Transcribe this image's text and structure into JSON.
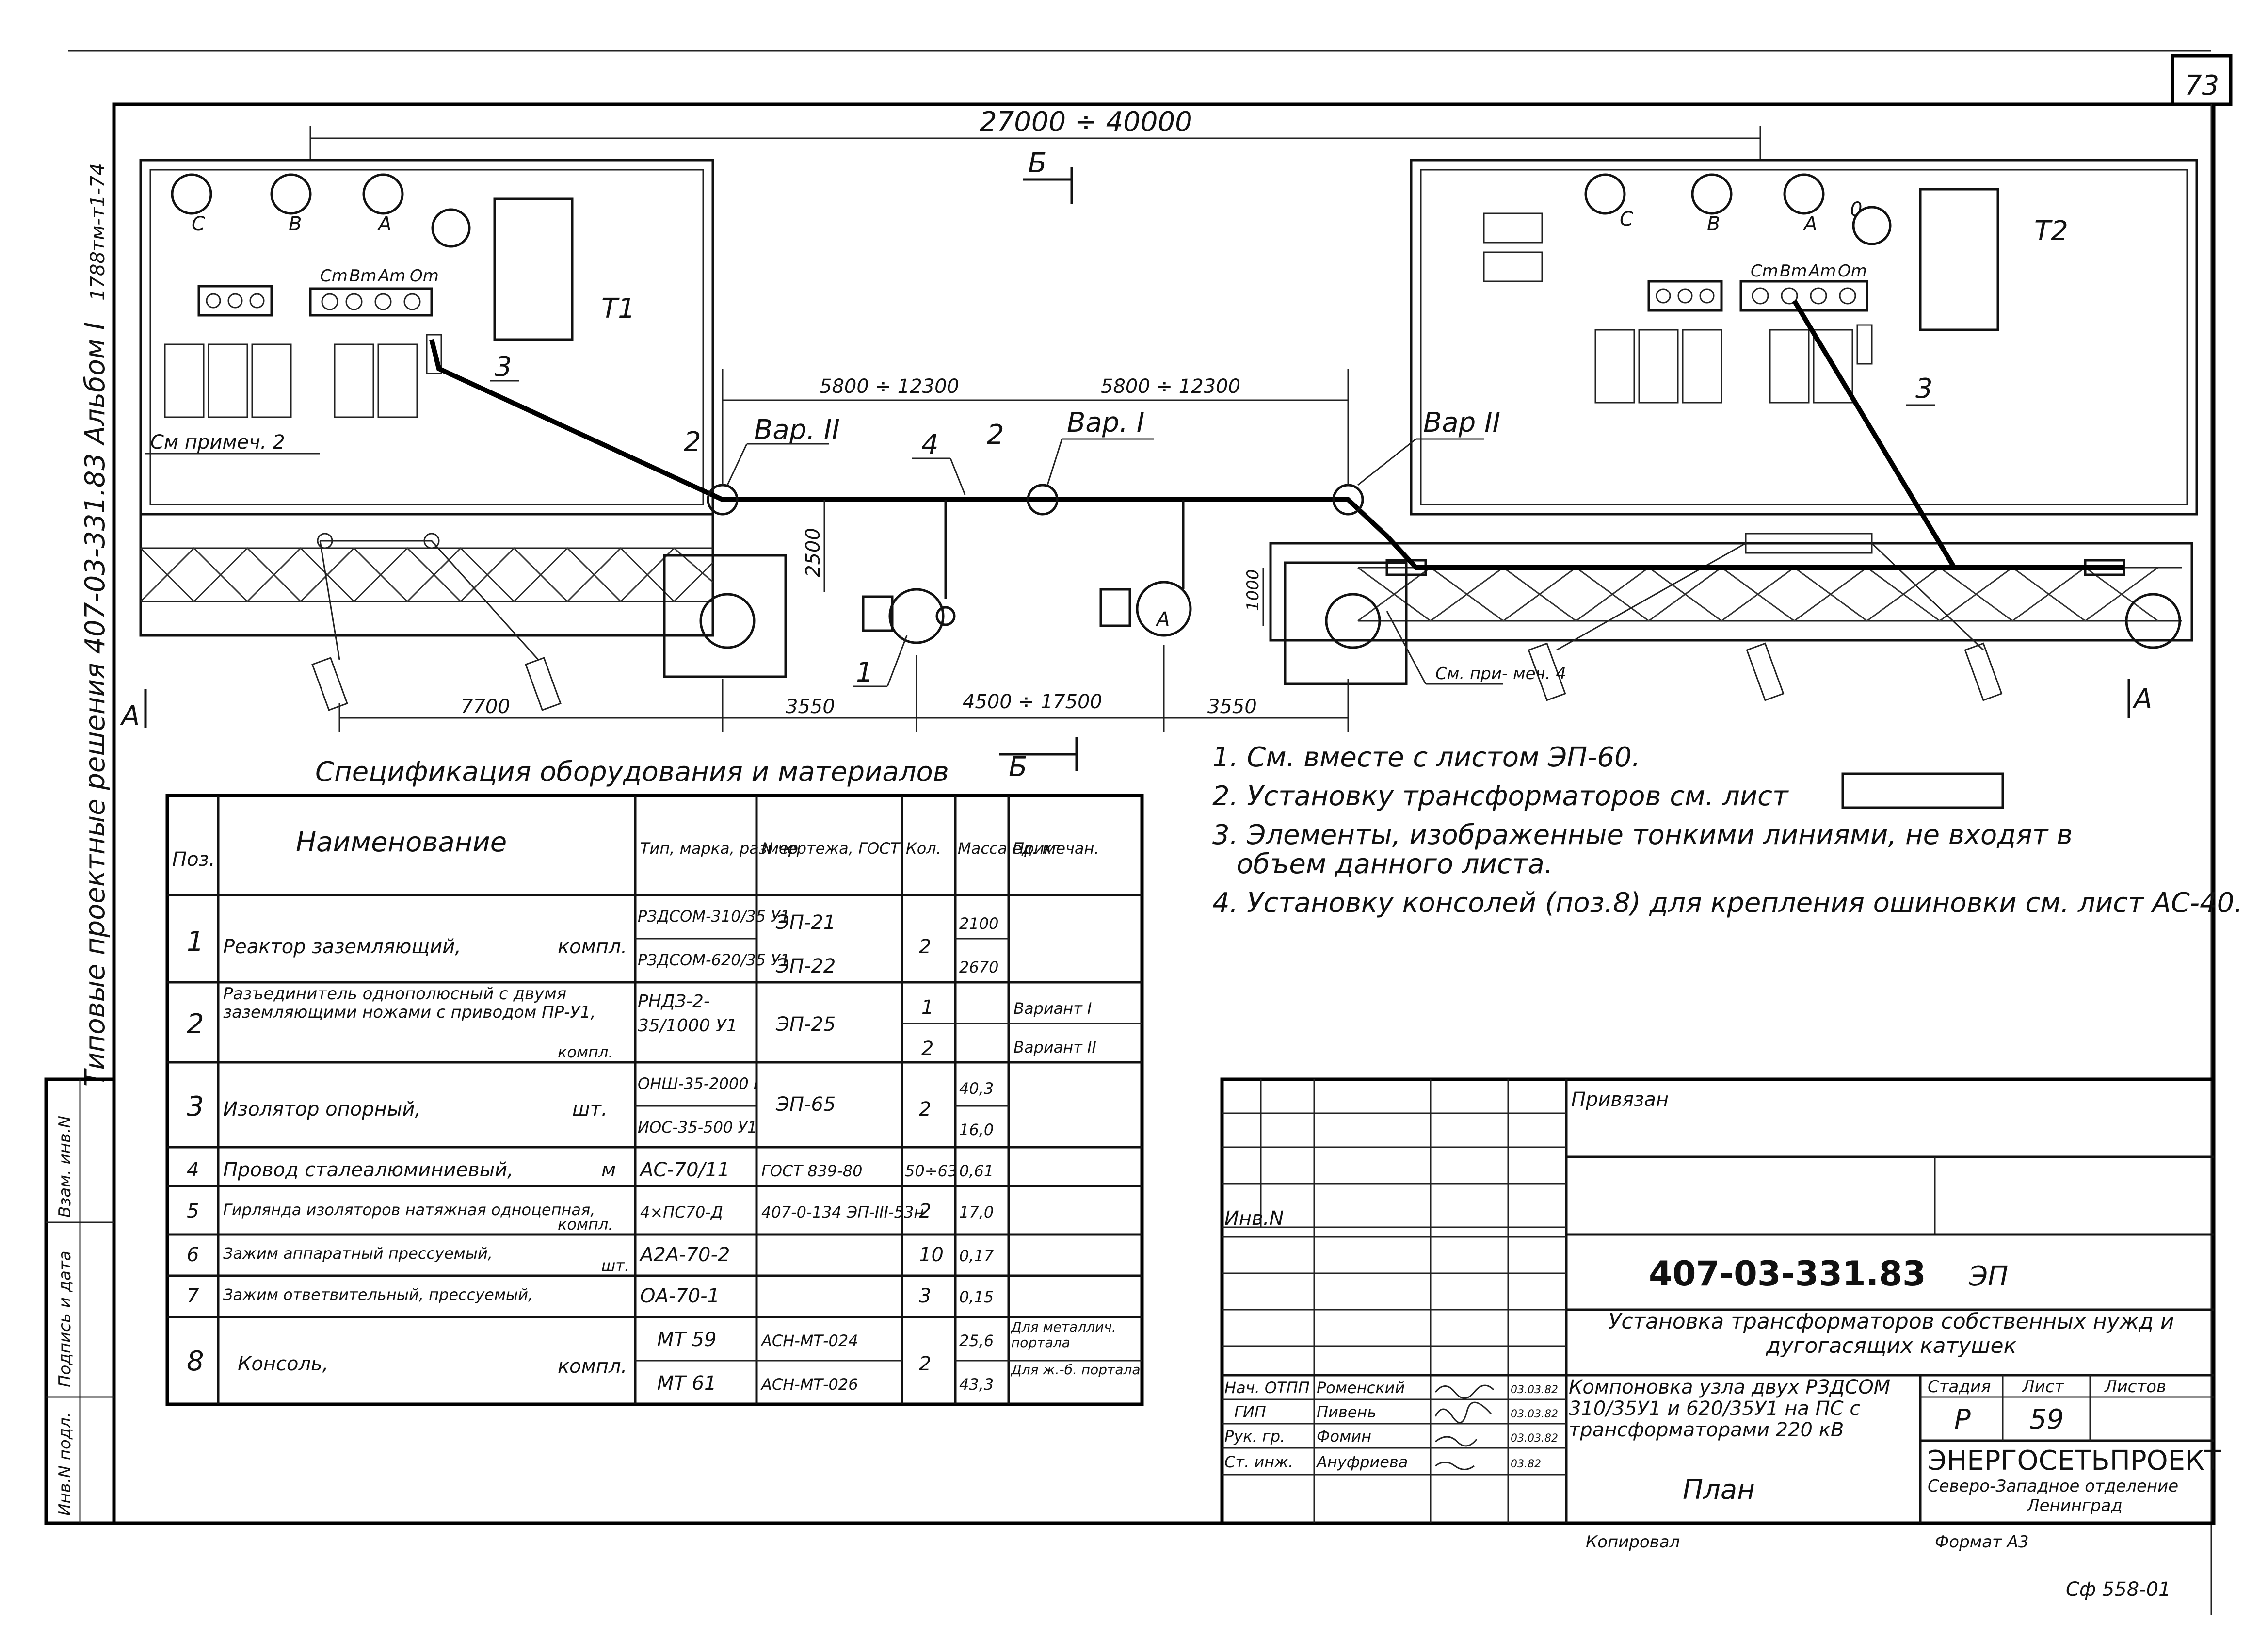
{
  "sheet_number": "73",
  "side": {
    "series_label": "Типовые проектные решения 407-03-331.83 Альбом I",
    "ref_code": "1788тм-т1-74",
    "stamp_cells": [
      "Инв.N подл.",
      "Подпись и дата",
      "Взам. инв.N"
    ]
  },
  "plan": {
    "dim_overall": "27000 ÷ 40000",
    "dim_span_left": "5800 ÷ 12300",
    "dim_span_right": "5800 ÷ 12300",
    "dim_vertical": "2500",
    "dim_1000": "1000",
    "dim_7700": "7700",
    "dim_3550_left": "3550",
    "dim_mid": "4500 ÷ 17500",
    "dim_3550_right": "3550",
    "section_b": "Б",
    "section_a": "А",
    "t1": "T1",
    "t2": "T2",
    "phases_left": [
      "C",
      "B",
      "A"
    ],
    "phases_right": [
      "C",
      "B",
      "A",
      "0"
    ],
    "terminals": [
      "Cm",
      "Bm",
      "Am",
      "Om"
    ],
    "var_ii_left": "Вар. II",
    "var_i": "Вар. I",
    "var_ii_right": "Вар II",
    "see_note2": "См примеч. 2",
    "see_note4": "См. при- меч. 4",
    "pos_1": "1",
    "pos_2": "2",
    "pos_3": "3",
    "pos_4": "4",
    "reactor_label": "А"
  },
  "spec": {
    "title": "Спецификация оборудования и материалов",
    "headers": [
      "Поз.",
      "Наименование",
      "Тип, марка, размер",
      "N чертежа, ГОСТ",
      "Кол.",
      "Масса ед. кг",
      "Примечан."
    ],
    "rows": [
      {
        "pos": "1",
        "name": "Реактор заземляющий,",
        "unit": "компл.",
        "types": [
          "РЗДСОМ-310/35 У1",
          "РЗДСОМ-620/35 У1"
        ],
        "dwgs": [
          "ЭП-21",
          "ЭП-22"
        ],
        "qty": [
          "2"
        ],
        "mass": [
          "2100",
          "2670"
        ],
        "notes": []
      },
      {
        "pos": "2",
        "name": "Разъединитель однополюсный с двумя заземляющими ножами с приводом ПР-У1,",
        "unit": "компл.",
        "types": [
          "РНДЗ-2-35/1000 У1"
        ],
        "dwgs": [
          "ЭП-25"
        ],
        "qty": [
          "1",
          "2"
        ],
        "mass": [],
        "notes": [
          "Вариант I",
          "Вариант II"
        ]
      },
      {
        "pos": "3",
        "name": "Изолятор опорный,",
        "unit": "шт.",
        "types": [
          "ОНШ-35-2000 I",
          "ИОС-35-500 У1"
        ],
        "dwgs": [
          "ЭП-65"
        ],
        "qty": [
          "2"
        ],
        "mass": [
          "40,3",
          "16,0"
        ],
        "notes": []
      },
      {
        "pos": "4",
        "name": "Провод сталеалюминиевый,",
        "unit": "м",
        "types": [
          "АС-70/11"
        ],
        "dwgs": [
          "ГОСТ 839-80"
        ],
        "qty": [
          "50÷63"
        ],
        "mass": [
          "0,61"
        ],
        "notes": []
      },
      {
        "pos": "5",
        "name": "Гирлянда изоляторов натяжная одноцепная,",
        "unit": "компл.",
        "types": [
          "4×ПС70-Д"
        ],
        "dwgs": [
          "407-0-134 ЭП-III-53н"
        ],
        "qty": [
          "2"
        ],
        "mass": [
          "17,0"
        ],
        "notes": []
      },
      {
        "pos": "6",
        "name": "Зажим аппаратный прессуемый,",
        "unit": "шт.",
        "types": [
          "А2А-70-2"
        ],
        "dwgs": [
          ""
        ],
        "qty": [
          "10"
        ],
        "mass": [
          "0,17"
        ],
        "notes": []
      },
      {
        "pos": "7",
        "name": "Зажим ответвительный, прессуемый,",
        "unit": "",
        "types": [
          "ОА-70-1"
        ],
        "dwgs": [
          ""
        ],
        "qty": [
          "3"
        ],
        "mass": [
          "0,15"
        ],
        "notes": []
      },
      {
        "pos": "8",
        "name": "Консоль,",
        "unit": "компл.",
        "types": [
          "МТ 59",
          "МТ 61"
        ],
        "dwgs": [
          "АСН-МТ-024",
          "АСН-МТ-026"
        ],
        "qty": [
          "2"
        ],
        "mass": [
          "25,6",
          "43,3"
        ],
        "notes": [
          "Для металлич. портала",
          "Для ж.-б. портала"
        ]
      }
    ]
  },
  "notes": [
    "1. См. вместе с листом ЭП-60.",
    "2. Установку трансформаторов   см. лист",
    "3. Элементы, изображенные тонкими линиями, не входят в",
    "объем данного листа.",
    "4. Установку консолей (поз.8) для крепления ошиновки см. лист АС-40."
  ],
  "title_block": {
    "privyazan": "Привязан",
    "inv": "Инв.N",
    "code": "407-03-331.83",
    "part": "ЭП",
    "subject": "Установка трансформаторов собственных нужд и дугогасящих катушек",
    "drawing_title": "Компоновка узла двух РЗДСОМ 310/35У1 и 620/35У1 на ПС с трансформаторами 220 кВ",
    "stage_label": "Стадия",
    "sheet_label": "Лист",
    "sheets_label": "Листов",
    "stage": "Р",
    "sheet": "59",
    "view": "План",
    "org": "ЭНЕРГОСЕТЬПРОЕКТ",
    "org_branch": "Северо-Западное отделение",
    "org_city": "Ленинград",
    "signers": [
      {
        "role": "Нач. ОТПП",
        "name": "Роменский",
        "date": "03.03.82"
      },
      {
        "role": "ГИП",
        "name": "Пивень",
        "date": "03.03.82"
      },
      {
        "role": "Рук. гр.",
        "name": "Фомин",
        "date": "03.03.82"
      },
      {
        "role": "Ст. инж.",
        "name": "Ануфриева",
        "date": "03.82"
      }
    ],
    "copied": "Копировал",
    "format": "Формат А3",
    "corner_code": "Сф 558-01"
  }
}
